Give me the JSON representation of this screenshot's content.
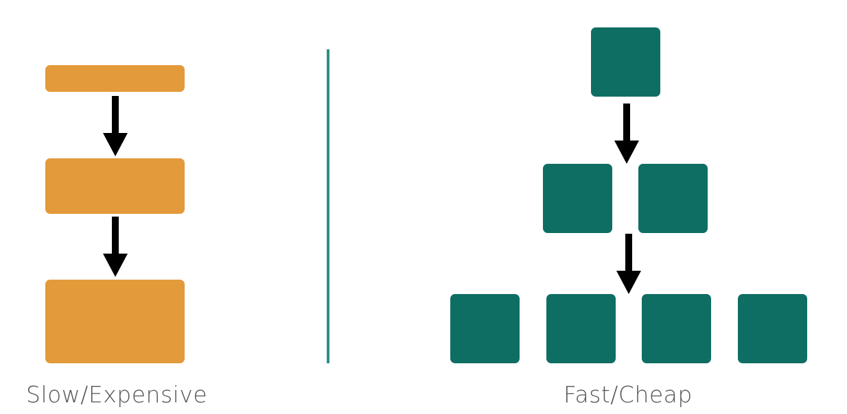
{
  "left": {
    "caption": "Slow/Expensive",
    "color": "#E39A3B",
    "stages": [
      "small-block",
      "medium-block",
      "large-block"
    ]
  },
  "right": {
    "caption": "Fast/Cheap",
    "color": "#0F6E63",
    "levels": [
      1,
      2,
      4
    ]
  },
  "divider_color": "#2A9186",
  "arrow_color": "#000000"
}
